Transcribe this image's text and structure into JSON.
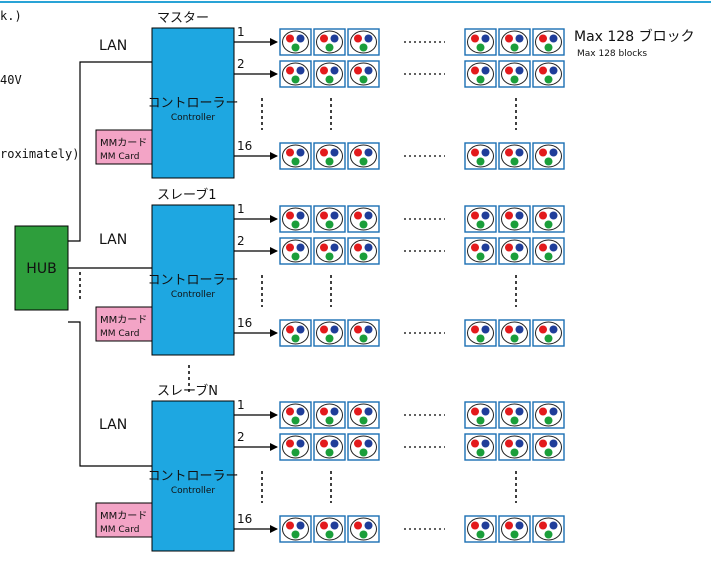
{
  "header_fragments": {
    "line1": "k.)",
    "line2": "40V",
    "line3": "roximately)"
  },
  "hub": {
    "label": "HUB"
  },
  "lan_label": "LAN",
  "controllers": [
    {
      "id": "master",
      "role_label": "マスター",
      "main_label": "コントローラー",
      "sub_label": "Controller",
      "card_label_ja": "MMカード",
      "card_label_en": "MM Card",
      "ports": [
        "1",
        "2",
        "16"
      ]
    },
    {
      "id": "slave1",
      "role_label": "スレーブ1",
      "main_label": "コントローラー",
      "sub_label": "Controller",
      "card_label_ja": "MMカード",
      "card_label_en": "MM Card",
      "ports": [
        "1",
        "2",
        "16"
      ]
    },
    {
      "id": "slaveN",
      "role_label": "スレーブN",
      "main_label": "コントローラー",
      "sub_label": "Controller",
      "card_label_ja": "MMカード",
      "card_label_en": "MM Card",
      "ports": [
        "1",
        "2",
        "16"
      ]
    }
  ],
  "max_blocks": {
    "title": "Max 128 ブロック",
    "subtitle": "Max 128 blocks"
  },
  "colors": {
    "header_line": "#29a3d6",
    "controller_fill": "#1ea7e1",
    "hub_fill": "#2e9e3c",
    "card_fill": "#f3a4c6",
    "led_red": "#e31a1c",
    "led_blue": "#1f3d99",
    "led_green": "#1a9e3a",
    "block_border": "#1b6fb3",
    "line": "#000000"
  }
}
